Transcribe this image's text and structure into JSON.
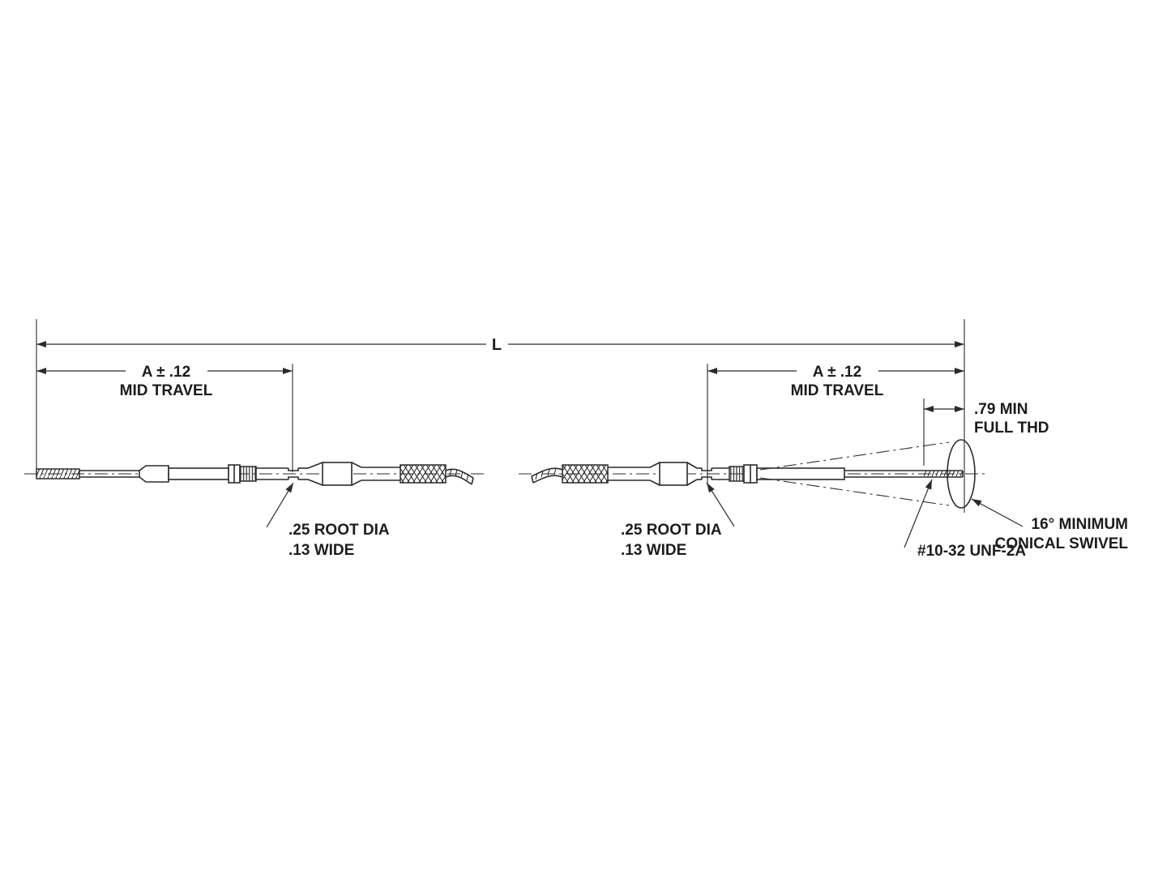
{
  "colors": {
    "background": "#ffffff",
    "line": "#2b2b2b",
    "text": "#1c1c1c"
  },
  "dimensions": {
    "overall_length": {
      "label": "L"
    },
    "left_mid_travel": {
      "value": "A ± .12",
      "caption": "MID TRAVEL"
    },
    "right_mid_travel": {
      "value": "A ± .12",
      "caption": "MID TRAVEL"
    },
    "full_thread": {
      "value": ".79 MIN",
      "caption": "FULL THD"
    }
  },
  "callouts": {
    "left_root_groove": {
      "line1": ".25 ROOT DIA",
      "line2": ".13 WIDE"
    },
    "right_root_groove": {
      "line1": ".25 ROOT DIA",
      "line2": ".13 WIDE"
    },
    "thread_spec": {
      "line1": "#10-32 UNF-2A"
    },
    "conical_swivel": {
      "line1": "16° MINIMUM",
      "line2": "CONICAL SWIVEL"
    }
  }
}
